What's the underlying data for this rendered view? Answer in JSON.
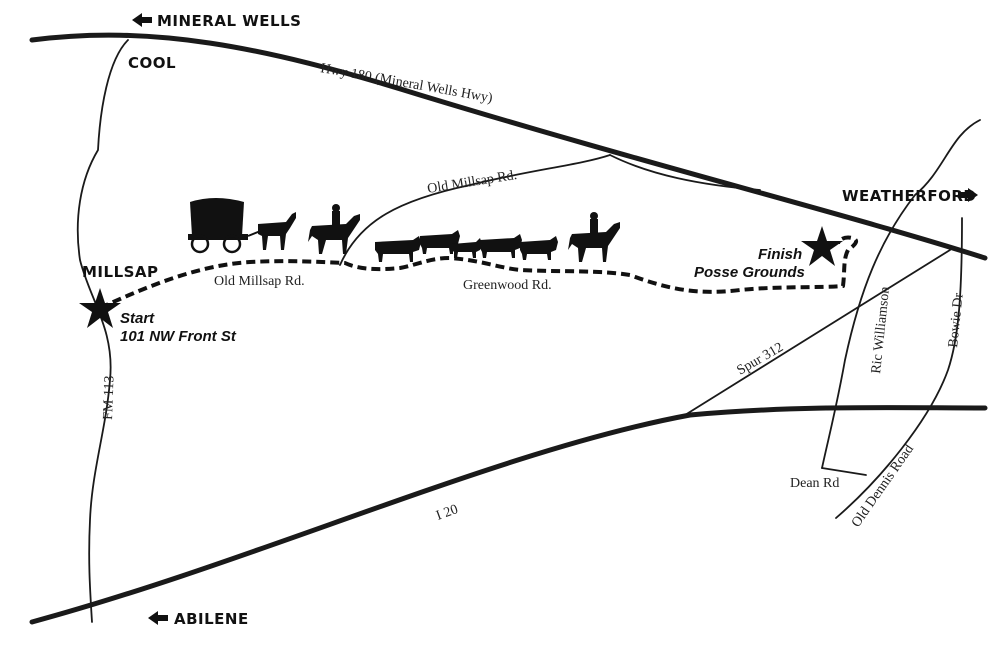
{
  "towns": {
    "mineral_wells": "MINERAL WELLS",
    "cool": "COOL",
    "weatherford": "WEATHERFORD",
    "millsap": "MILLSAP",
    "abilene": "ABILENE"
  },
  "roads": {
    "hwy180": "Hwy 180 (Mineral Wells Hwy)",
    "old_millsap_upper": "Old Millsap Rd.",
    "old_millsap_lower": "Old Millsap Rd.",
    "greenwood": "Greenwood Rd.",
    "spur312": "Spur 312",
    "ric_williamson": "Ric Williamson",
    "bowie": "Bowie Dr",
    "fm113": "FM 113",
    "i20": "I 20",
    "dean": "Dean Rd",
    "old_dennis": "Old Dennis Road"
  },
  "start": {
    "label": "Start",
    "address": "101 NW Front St"
  },
  "finish": {
    "label": "Finish",
    "place": "Posse Grounds"
  },
  "icons": [
    "left-arrow-icon",
    "right-arrow-icon",
    "star-icon",
    "wagon-icon",
    "horse-rider-icon",
    "cattle-icon"
  ],
  "colors": {
    "ink": "#111111",
    "background": "#ffffff"
  }
}
